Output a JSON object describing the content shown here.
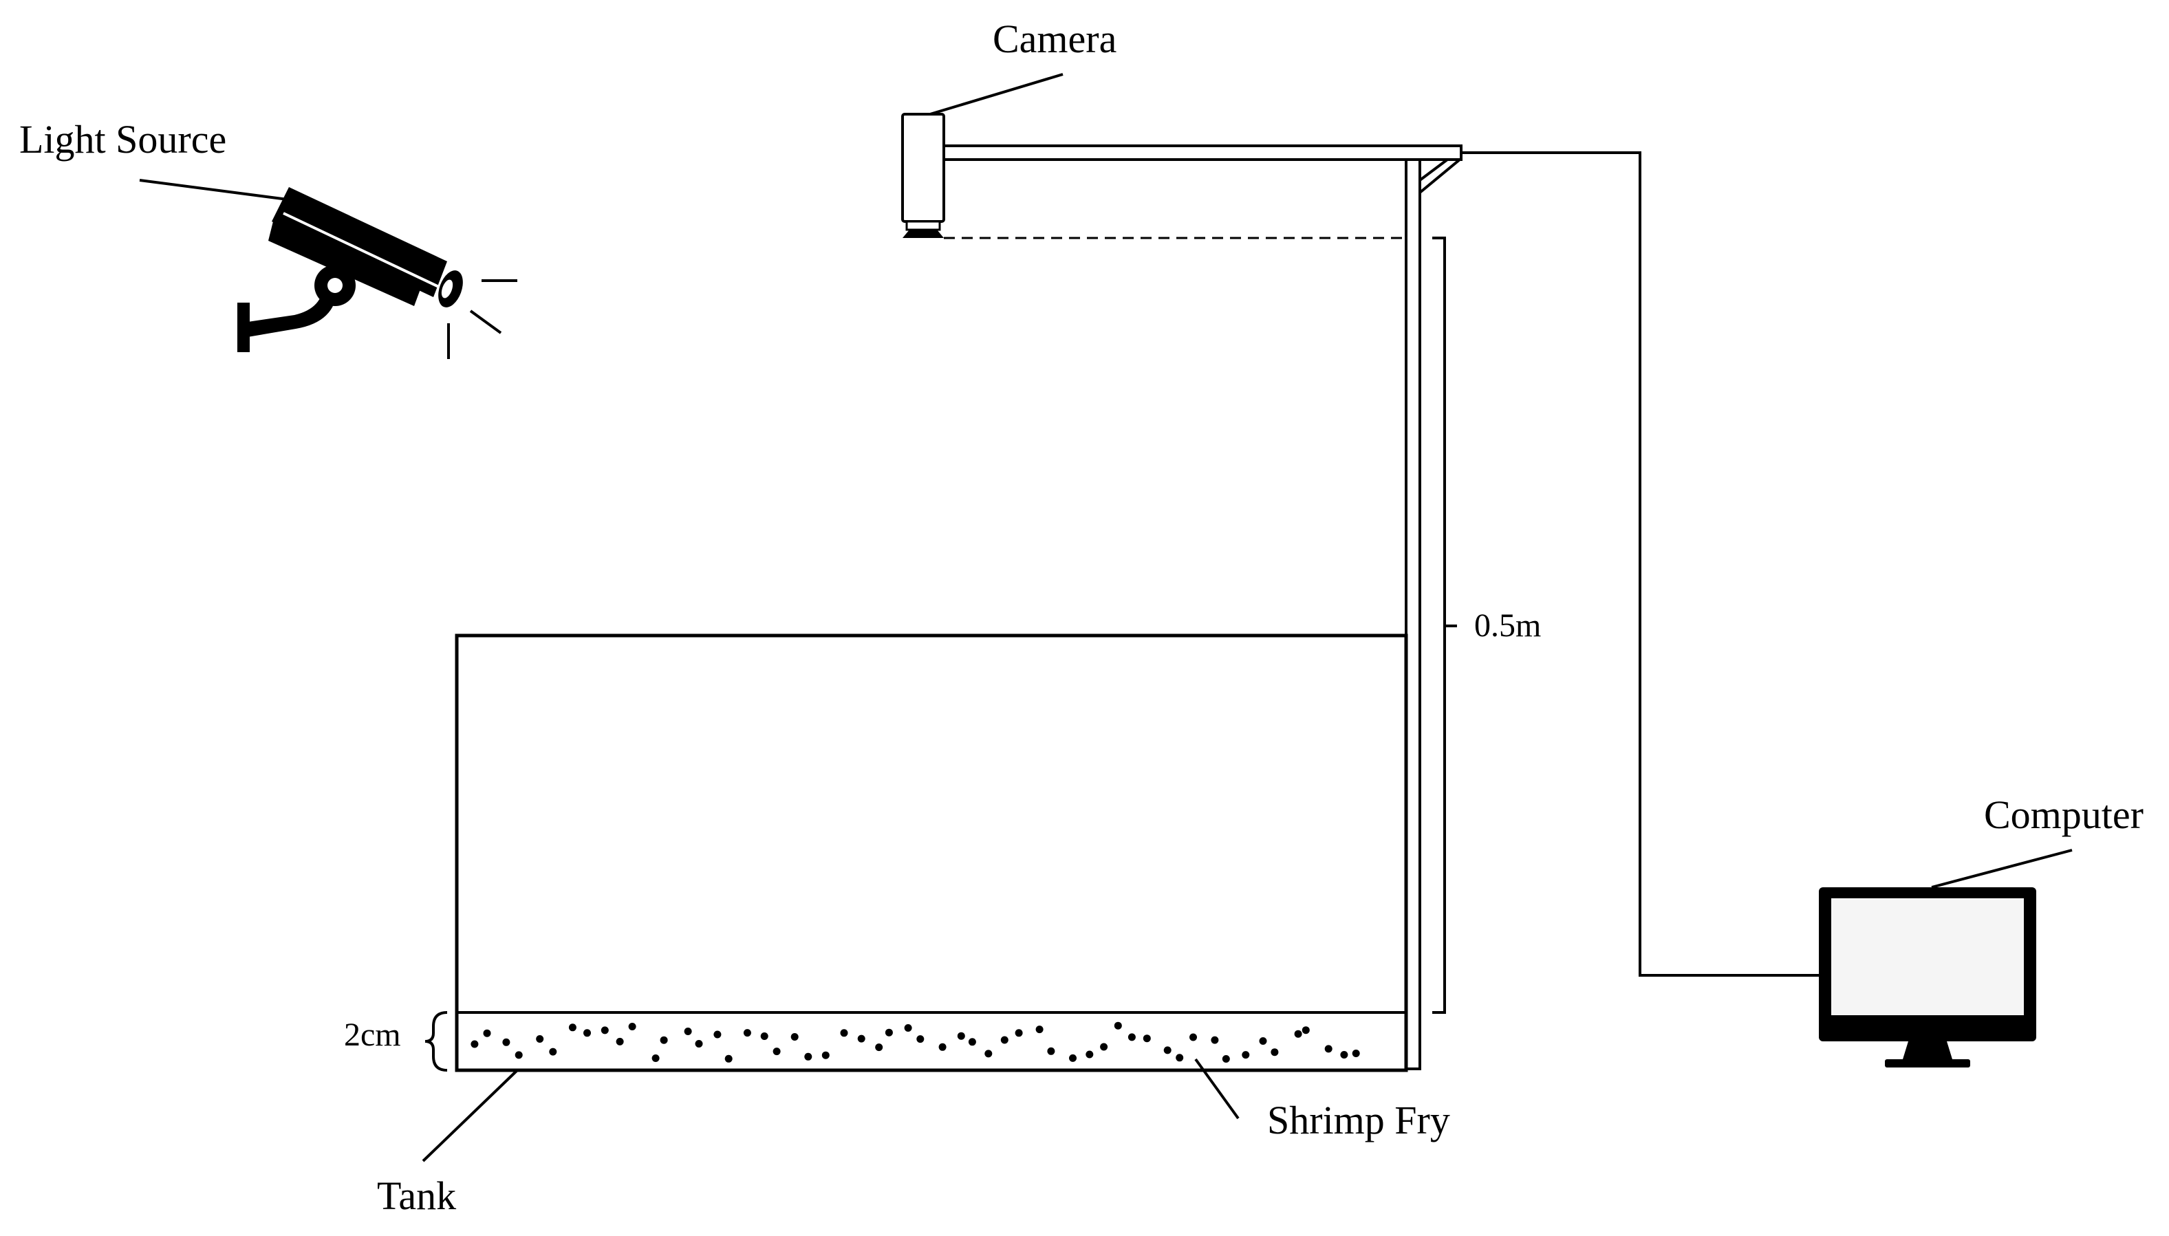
{
  "labels": {
    "camera": "Camera",
    "light_source": "Light Source",
    "computer": "Computer",
    "height": "0.5m",
    "depth": "2cm",
    "shrimp": "Shrimp Fry",
    "tank": "Tank"
  },
  "colors": {
    "stroke": "#000000",
    "screen": "#f5f5f5",
    "background": "#ffffff"
  },
  "icons": {
    "camera": "camera-icon",
    "light_source": "security-light-icon",
    "computer": "monitor-icon"
  }
}
